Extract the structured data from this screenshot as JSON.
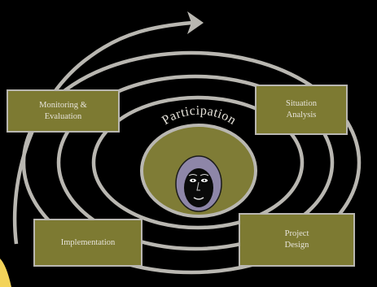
{
  "diagram": {
    "center_label": "Participation",
    "stages": [
      {
        "id": "monitoring",
        "label": "Monitoring &\nEvaluation"
      },
      {
        "id": "situation",
        "label": "Situation\nAnalysis"
      },
      {
        "id": "project",
        "label": "Project\nDesign"
      },
      {
        "id": "implementation",
        "label": "Implementation"
      }
    ]
  },
  "colors": {
    "background": "#000000",
    "box_fill": "#7d7a32",
    "spiral_stroke": "#b9b7b1",
    "center_fill": "#7f7c36",
    "face_fill": "#8e86a8"
  }
}
